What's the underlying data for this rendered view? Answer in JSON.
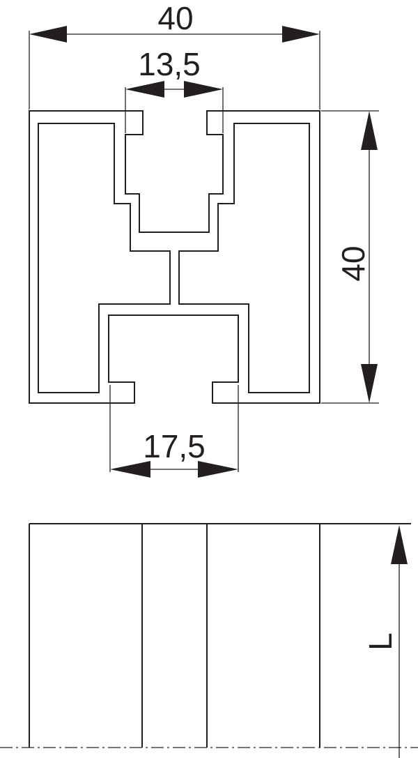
{
  "dimensions": {
    "width": "40",
    "top_slot": "13,5",
    "height": "40",
    "bottom_slot": "17,5",
    "length": "L"
  },
  "colors": {
    "line": "#231f20",
    "background": "#ffffff"
  }
}
